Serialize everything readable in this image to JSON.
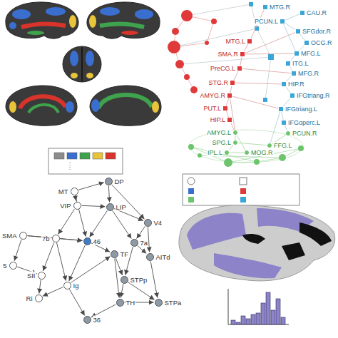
{
  "diagram": {
    "nodes": [
      {
        "text": [
          "MTG.R"
        ]
      },
      {
        "text": [
          "CAU.R"
        ]
      },
      {
        "text": [
          "PCUN.L"
        ]
      },
      {
        "text": [
          "SFGdor.R"
        ]
      },
      {
        "text": [
          "OCG.R"
        ]
      },
      {
        "text": [
          "MFG.L"
        ]
      },
      {
        "text": [
          "ITG.L"
        ]
      },
      {
        "text": [
          "MFG.R"
        ]
      },
      {
        "text": [
          "HIP.R"
        ]
      },
      {
        "text": [
          "IFGtriang.R"
        ]
      },
      {
        "text": [
          "IFGtriang.L"
        ]
      },
      {
        "text": [
          "IFGoperc.L"
        ]
      },
      {
        "text": [
          "MTG.L"
        ]
      },
      {
        "text": [
          "SMA.R"
        ]
      },
      {
        "text": [
          "PreCG.L"
        ]
      },
      {
        "text": [
          "STG.R"
        ]
      },
      {
        "text": [
          "AMYG.R"
        ]
      },
      {
        "text": [
          "PUT.L"
        ]
      },
      {
        "text": [
          "HIP.L"
        ]
      },
      {
        "text": [
          "AMYG.L"
        ]
      },
      {
        "text": [
          "PCUN.R"
        ]
      },
      {
        "text": [
          "SPG.L"
        ]
      },
      {
        "text": [
          "FFG.L"
        ]
      },
      {
        "text": [
          "IPL.L"
        ]
      },
      {
        "text": [
          "MOG.R"
        ]
      },
      {
        "text": [
          "MT"
        ]
      },
      {
        "text": [
          "DP"
        ]
      },
      {
        "text": [
          "VIP"
        ]
      },
      {
        "text": [
          "LIP"
        ]
      },
      {
        "text": [
          "V4"
        ]
      },
      {
        "text": [
          "SMA"
        ]
      },
      {
        "text": [
          "7b"
        ]
      },
      {
        "text": [
          "46"
        ]
      },
      {
        "text": [
          "TF"
        ]
      },
      {
        "text": [
          "7a"
        ]
      },
      {
        "text": [
          "AITd"
        ]
      },
      {
        "text": [
          "5"
        ]
      },
      {
        "text": [
          "SII"
        ]
      },
      {
        "text": [
          "Ig"
        ]
      },
      {
        "text": [
          "STPp"
        ]
      },
      {
        "text": [
          "Ri"
        ]
      },
      {
        "text": [
          "TH"
        ]
      },
      {
        "text": [
          "STPa"
        ]
      },
      {
        "text": [
          "36"
        ]
      }
    ],
    "edges": [
      {
        "from": 12,
        "to": 13,
        "arrow": "none"
      },
      {
        "from": 13,
        "to": 14,
        "arrow": "none"
      },
      {
        "from": 14,
        "to": 15,
        "arrow": "none"
      },
      {
        "from": 15,
        "to": 16,
        "arrow": "none"
      },
      {
        "from": 16,
        "to": 17,
        "arrow": "none"
      },
      {
        "from": 17,
        "to": 18,
        "arrow": "none"
      },
      {
        "from": 12,
        "to": 0,
        "arrow": "none"
      },
      {
        "from": 13,
        "to": 5,
        "arrow": "none"
      },
      {
        "from": 13,
        "to": 3,
        "arrow": "none"
      },
      {
        "from": 14,
        "to": 7,
        "arrow": "none"
      },
      {
        "from": 15,
        "to": 8,
        "arrow": "none"
      },
      {
        "from": 16,
        "to": 10,
        "arrow": "none"
      },
      {
        "from": 1,
        "to": 2,
        "arrow": "none"
      },
      {
        "from": 2,
        "to": 3,
        "arrow": "none"
      },
      {
        "from": 3,
        "to": 4,
        "arrow": "none"
      },
      {
        "from": 4,
        "to": 5,
        "arrow": "none"
      },
      {
        "from": 5,
        "to": 6,
        "arrow": "none"
      },
      {
        "from": 6,
        "to": 7,
        "arrow": "none"
      },
      {
        "from": 7,
        "to": 8,
        "arrow": "none"
      },
      {
        "from": 8,
        "to": 9,
        "arrow": "none"
      },
      {
        "from": 9,
        "to": 10,
        "arrow": "none"
      },
      {
        "from": 10,
        "to": 11,
        "arrow": "none"
      },
      {
        "from": 2,
        "to": 5,
        "arrow": "none"
      },
      {
        "from": 19,
        "to": 21,
        "arrow": "none"
      },
      {
        "from": 21,
        "to": 23,
        "arrow": "none"
      },
      {
        "from": 23,
        "to": 24,
        "arrow": "none"
      },
      {
        "from": 21,
        "to": 22,
        "arrow": "none"
      },
      {
        "from": 22,
        "to": 20,
        "arrow": "none"
      },
      {
        "from": 19,
        "to": 24,
        "arrow": "none"
      },
      {
        "from": 18,
        "to": 19,
        "arrow": "none"
      },
      {
        "from": 11,
        "to": 20,
        "arrow": "none"
      },
      {
        "from": 16,
        "to": 19,
        "arrow": "none"
      },
      {
        "from": 10,
        "to": 22,
        "arrow": "none"
      },
      {
        "from": 25,
        "to": 26,
        "arrow": "to"
      },
      {
        "from": 26,
        "to": 28,
        "arrow": "to"
      },
      {
        "from": 25,
        "to": 27,
        "arrow": "to"
      },
      {
        "from": 27,
        "to": 28,
        "arrow": "to"
      },
      {
        "from": 28,
        "to": 29,
        "arrow": "to"
      },
      {
        "from": 26,
        "to": 29,
        "arrow": "to"
      },
      {
        "from": 25,
        "to": 32,
        "arrow": "to"
      },
      {
        "from": 27,
        "to": 31,
        "arrow": "to"
      },
      {
        "from": 28,
        "to": 32,
        "arrow": "to"
      },
      {
        "from": 32,
        "to": 33,
        "arrow": "to"
      },
      {
        "from": 34,
        "to": 35,
        "arrow": "to"
      },
      {
        "from": 29,
        "to": 35,
        "arrow": "to"
      },
      {
        "from": 28,
        "to": 34,
        "arrow": "to"
      },
      {
        "from": 30,
        "to": 31,
        "arrow": "to"
      },
      {
        "from": 30,
        "to": 36,
        "arrow": "to"
      },
      {
        "from": 36,
        "to": 37,
        "arrow": "to"
      },
      {
        "from": 37,
        "to": 40,
        "arrow": "to"
      },
      {
        "from": 31,
        "to": 37,
        "arrow": "to"
      },
      {
        "from": 31,
        "to": 38,
        "arrow": "to"
      },
      {
        "from": 38,
        "to": 40,
        "arrow": "to"
      },
      {
        "from": 32,
        "to": 38,
        "arrow": "to"
      },
      {
        "from": 33,
        "to": 39,
        "arrow": "to"
      },
      {
        "from": 39,
        "to": 42,
        "arrow": "to"
      },
      {
        "from": 34,
        "to": 39,
        "arrow": "to"
      },
      {
        "from": 41,
        "to": 42,
        "arrow": "to"
      },
      {
        "from": 33,
        "to": 41,
        "arrow": "to"
      },
      {
        "from": 38,
        "to": 43,
        "arrow": "to"
      },
      {
        "from": 41,
        "to": 43,
        "arrow": "to"
      },
      {
        "from": 39,
        "to": 41,
        "arrow": "to"
      },
      {
        "from": 30,
        "to": 32,
        "arrow": "to"
      },
      {
        "from": 35,
        "to": 42,
        "arrow": "to"
      },
      {
        "from": 29,
        "to": 34,
        "arrow": "to"
      },
      {
        "from": 31,
        "to": 32,
        "arrow": "to"
      },
      {
        "from": 38,
        "to": 33,
        "arrow": "to"
      }
    ]
  }
}
